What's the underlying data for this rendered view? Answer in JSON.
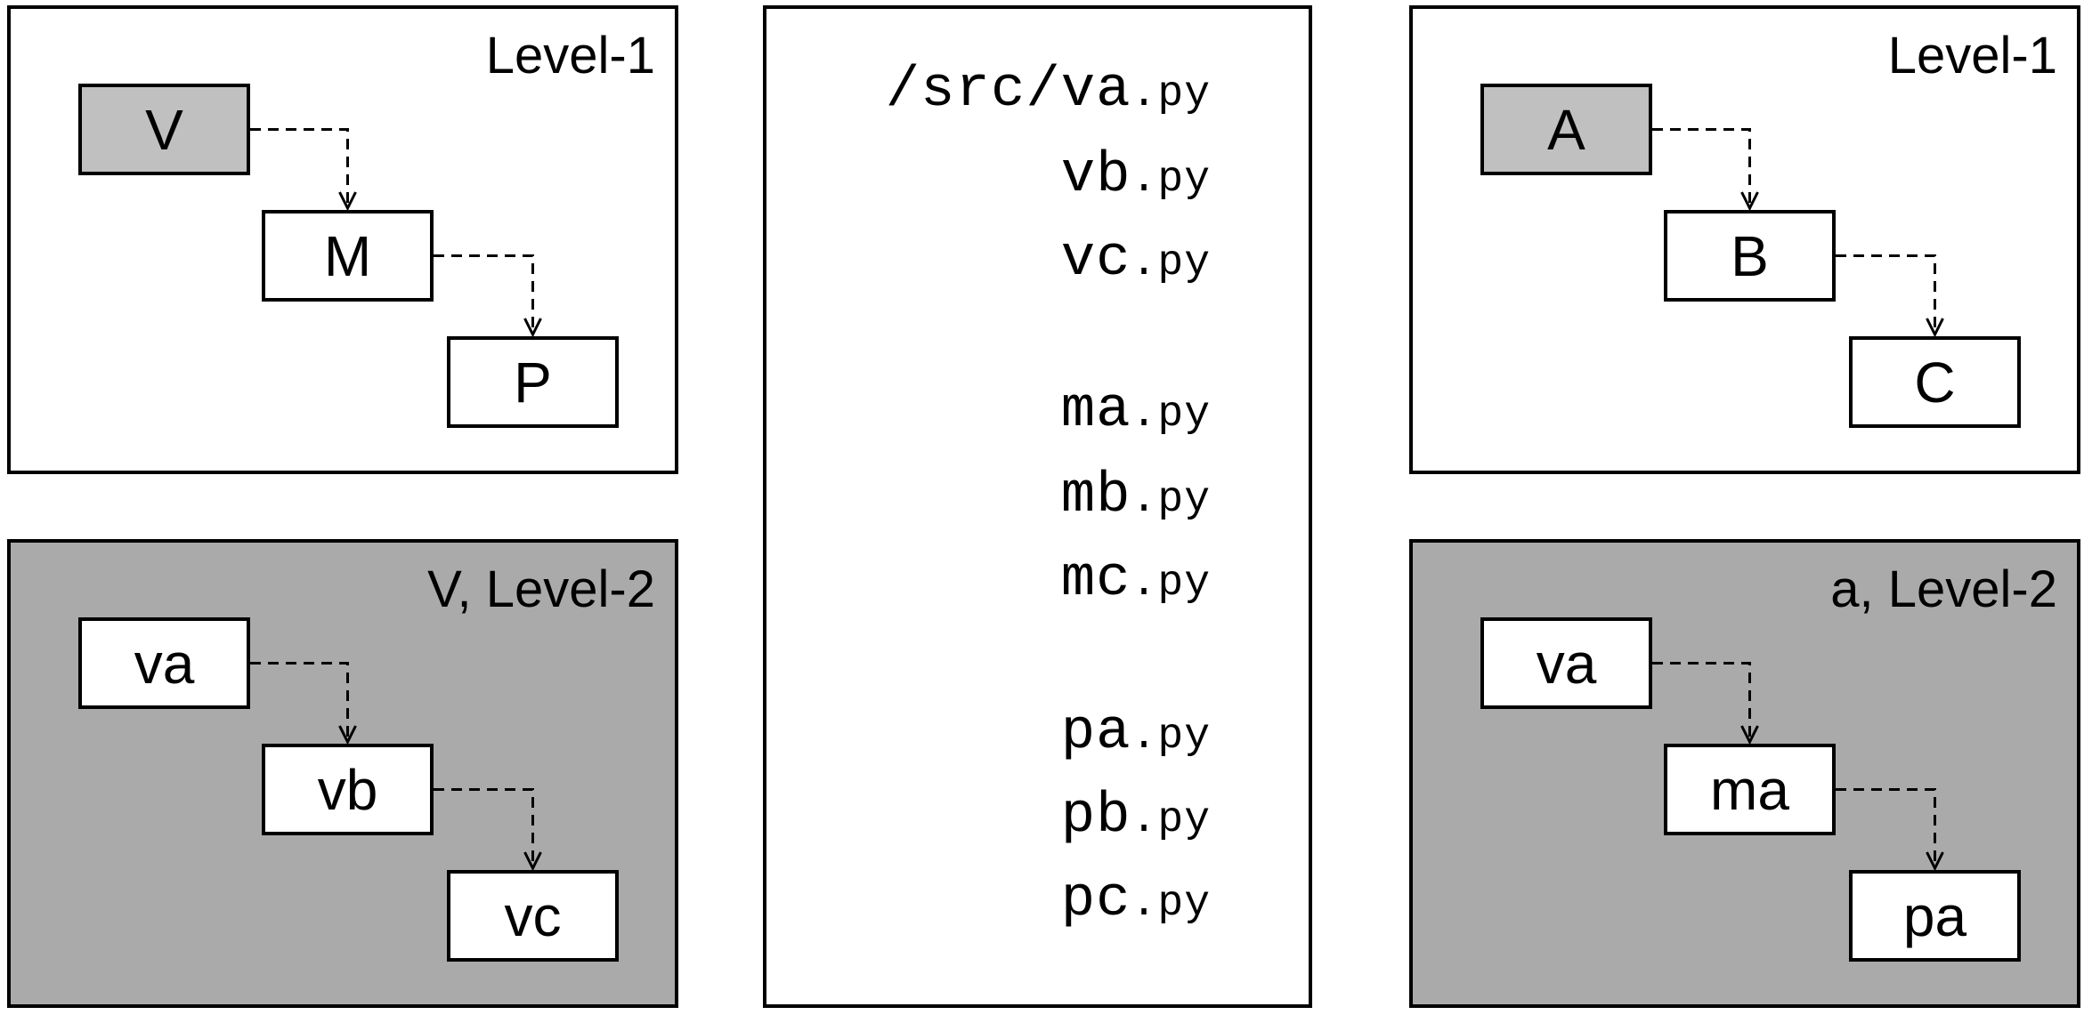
{
  "panels": {
    "top_left": {
      "title": "Level-1",
      "nodes": [
        "V",
        "M",
        "P"
      ]
    },
    "bottom_left": {
      "title": "V, Level-2",
      "nodes": [
        "va",
        "vb",
        "vc"
      ]
    },
    "top_right": {
      "title": "Level-1",
      "nodes": [
        "A",
        "B",
        "C"
      ]
    },
    "bottom_right": {
      "title": "a, Level-2",
      "nodes": [
        "va",
        "ma",
        "pa"
      ]
    }
  },
  "files": {
    "path_prefix": "/src/",
    "groups": [
      [
        {
          "name": "va",
          "ext": ".py"
        },
        {
          "name": "vb",
          "ext": ".py"
        },
        {
          "name": "vc",
          "ext": ".py"
        }
      ],
      [
        {
          "name": "ma",
          "ext": ".py"
        },
        {
          "name": "mb",
          "ext": ".py"
        },
        {
          "name": "mc",
          "ext": ".py"
        }
      ],
      [
        {
          "name": "pa",
          "ext": ".py"
        },
        {
          "name": "pb",
          "ext": ".py"
        },
        {
          "name": "pc",
          "ext": ".py"
        }
      ]
    ]
  },
  "colors": {
    "panel_gray": "#aaaaaa",
    "node_shaded": "#c0c0c0",
    "stroke": "#000000"
  }
}
